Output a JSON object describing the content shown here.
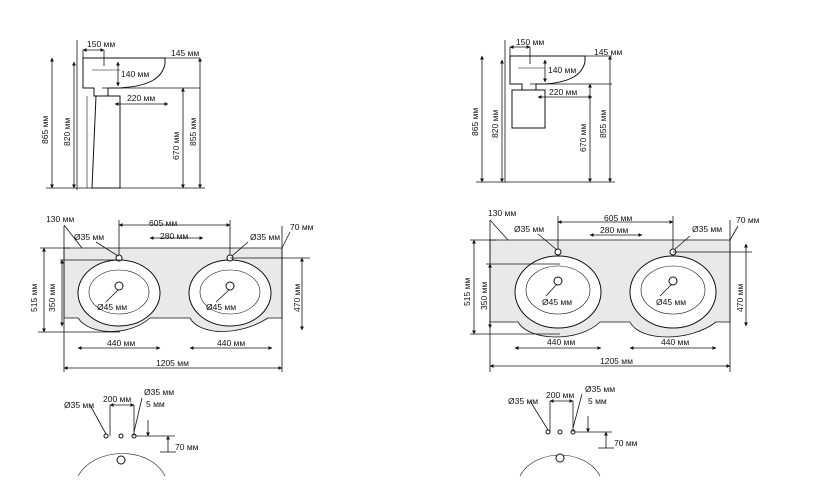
{
  "colors": {
    "line": "#111111",
    "fill": "#ffffff",
    "counter": "#e9e9e9"
  },
  "side_view": {
    "depth_top": "150 мм",
    "rim_to_wall": "145 мм",
    "bowl_depth": "140 мм",
    "drain_offset": "220 мм",
    "height_total": "865 мм",
    "height_rim": "820 мм",
    "height_pedestal": "670 мм",
    "height_edge": "855 мм"
  },
  "top_view": {
    "edge_to_hole": "130 мм",
    "hole_spacing": "605 мм",
    "tap_hole_left": "Ø35 мм",
    "tap_hole_right": "Ø35 мм",
    "offset_280": "280 мм",
    "edge_right": "70 мм",
    "depth_total": "515 мм",
    "bowl_depth": "350 мм",
    "depth_right": "470 мм",
    "drain_left": "Ø45 мм",
    "drain_right": "Ø45 мм",
    "bowl_width_left": "440 мм",
    "bowl_width_right": "440 мм",
    "width_total": "1205 мм"
  },
  "tap_detail": {
    "hole_left": "Ø35 мм",
    "spacing": "200 мм",
    "hole_right": "Ø35 мм",
    "gap": "5 мм",
    "edge": "70 мм"
  }
}
